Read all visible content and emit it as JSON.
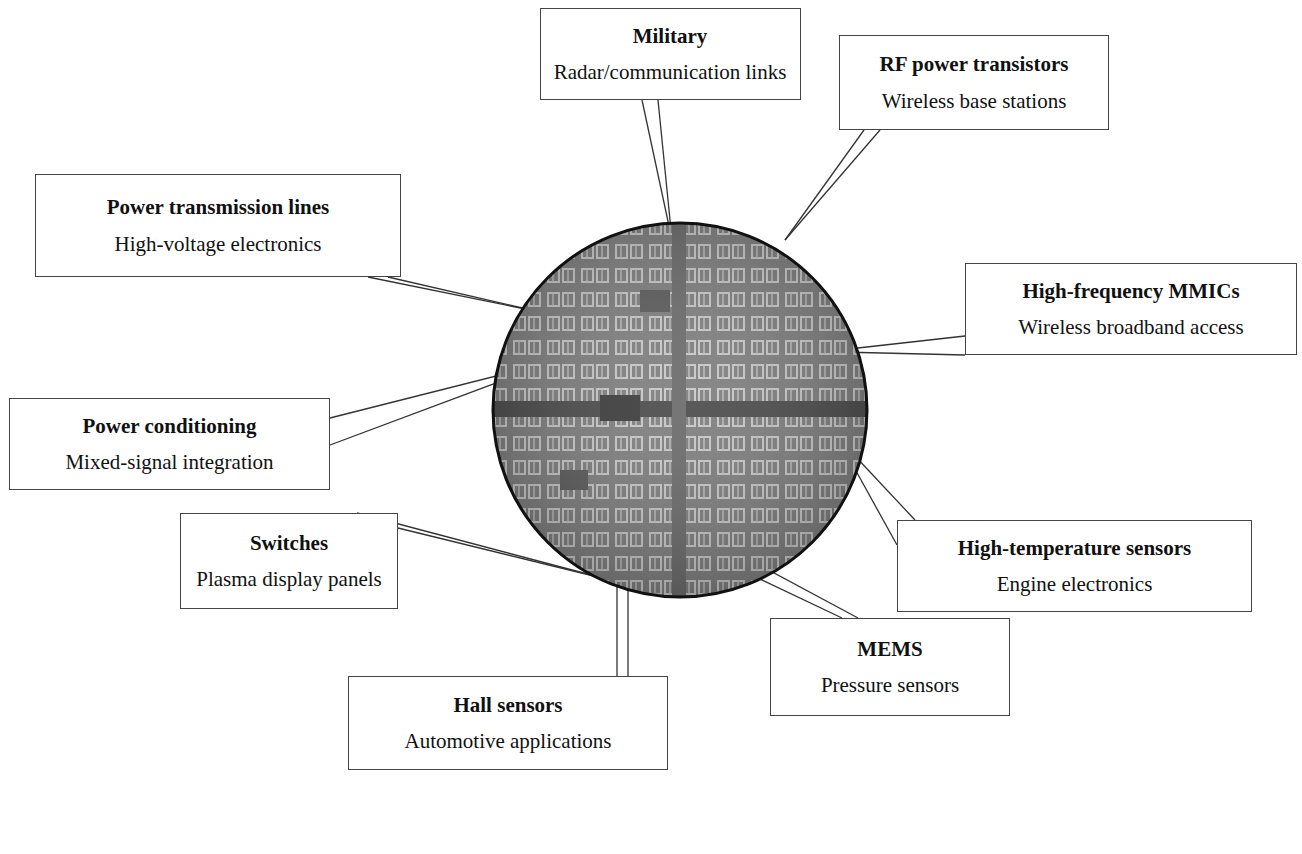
{
  "diagram": {
    "nodes": [
      {
        "text": [
          "Military",
          "Radar/communication links"
        ]
      },
      {
        "text": [
          "RF power transistors",
          "Wireless base stations"
        ]
      },
      {
        "text": [
          "Power transmission lines",
          "High-voltage electronics"
        ]
      },
      {
        "text": [
          "High-frequency MMICs",
          "Wireless broadband access"
        ]
      },
      {
        "text": [
          "Power conditioning",
          "Mixed-signal integration"
        ]
      },
      {
        "text": [
          "High-temperature sensors",
          "Engine electronics"
        ]
      },
      {
        "text": [
          "Switches",
          "Plasma display panels"
        ]
      },
      {
        "text": [
          "Hall sensors",
          "Automotive applications"
        ]
      },
      {
        "text": [
          "MEMS",
          "Pressure sensors"
        ]
      }
    ]
  }
}
